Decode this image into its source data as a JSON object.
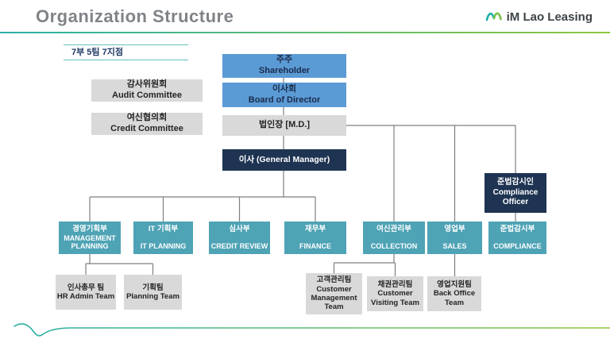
{
  "header": {
    "title": "Organization Structure",
    "brand_name": "iM Lao Leasing"
  },
  "summary_label": "7부 5팀 7지점",
  "org": {
    "shareholder": {
      "ko": "주주",
      "en": "Shareholder"
    },
    "board": {
      "ko": "이사회",
      "en": "Board of Director"
    },
    "audit_committee": {
      "ko": "감사위원회",
      "en": "Audit Committee"
    },
    "credit_committee": {
      "ko": "여신협의회",
      "en": "Credit Committee"
    },
    "managing_director": {
      "label": "법인장 [M.D.]"
    },
    "general_manager": {
      "label": "이사 (General Manager)"
    },
    "compliance_officer": {
      "ko": "준법감시인",
      "en": "Compliance Officer"
    },
    "departments": [
      {
        "ko": "경영기획부",
        "en": "MANAGEMENT PLANNING"
      },
      {
        "ko": "IT 기획부",
        "en": "IT PLANNING"
      },
      {
        "ko": "심사부",
        "en": "CREDIT REVIEW"
      },
      {
        "ko": "재무부",
        "en": "FINANCE"
      },
      {
        "ko": "여신관리부",
        "en": "COLLECTION"
      },
      {
        "ko": "영업부",
        "en": "SALES"
      },
      {
        "ko": "준법감시부",
        "en": "COMPLIANCE"
      }
    ],
    "teams": [
      {
        "ko": "인사총무 팀",
        "en": "HR Admin Team"
      },
      {
        "ko": "기획팀",
        "en": "Planning Team"
      },
      {
        "ko": "고객관리팀",
        "en": "Customer Management Team"
      },
      {
        "ko": "채권관리팀",
        "en": "Customer Visiting Team"
      },
      {
        "ko": "영업지원팀",
        "en": "Back Office Team"
      }
    ]
  },
  "colors": {
    "accent_teal": "#2aafa6",
    "accent_green": "#8dc63f",
    "box_blue": "#5b9bd5",
    "box_gray": "#d9d9d9",
    "box_navy": "#1e3452",
    "box_teal": "#4ea3b5",
    "connector_gray": "#7f7f7f"
  }
}
